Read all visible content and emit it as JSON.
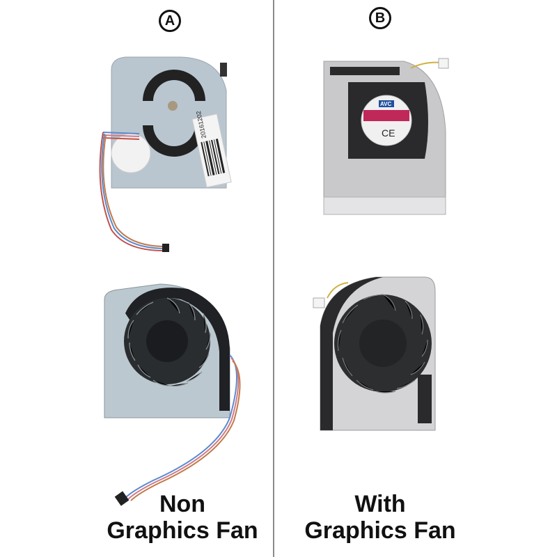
{
  "panels": [
    {
      "id": "A",
      "badge": "A",
      "caption_line1": "Non",
      "caption_line2": "Graphics Fan",
      "top_label_text": "20161202"
    },
    {
      "id": "B",
      "badge": "B",
      "caption_line1": "With",
      "caption_line2": "Graphics Fan",
      "top_label_text": "AVC"
    }
  ],
  "colors": {
    "divider": "#8a8a8a",
    "fan_housing_a": "#b9c6cf",
    "fan_housing_b": "#c9c9cb",
    "impeller": "#1a1c1e",
    "label_pink": "#c0285a"
  }
}
